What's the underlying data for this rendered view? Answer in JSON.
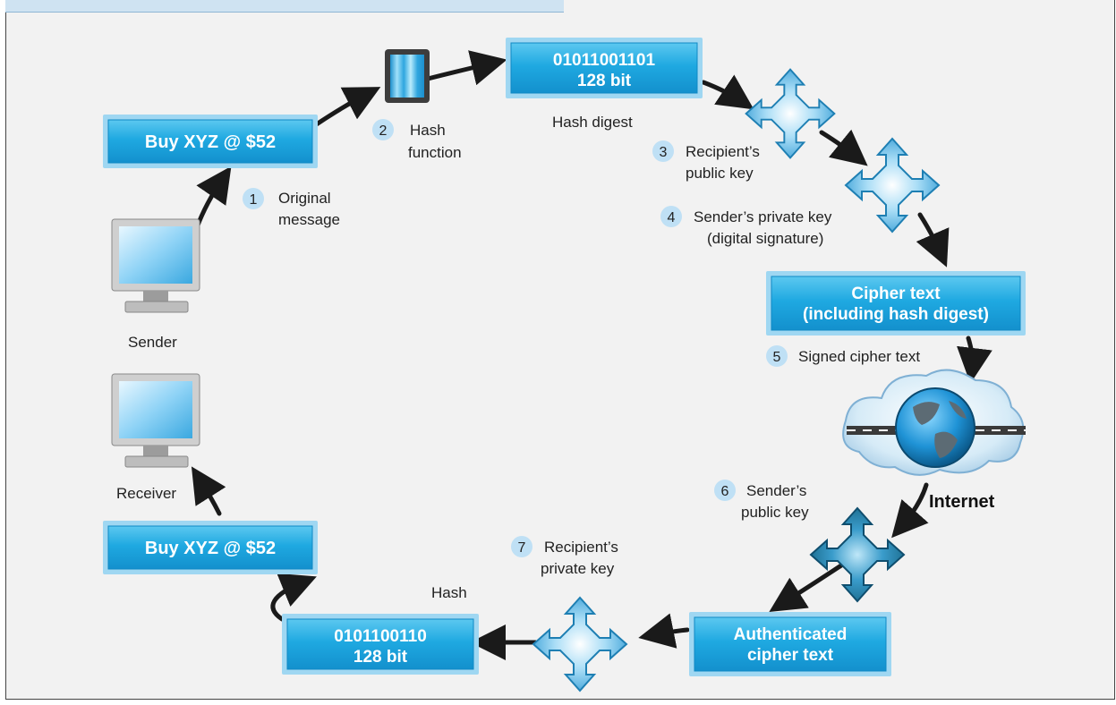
{
  "steps": [
    {
      "num": "1",
      "lines": [
        "Original",
        "message"
      ]
    },
    {
      "num": "2",
      "lines": [
        "Hash",
        "function"
      ]
    },
    {
      "num": "3",
      "lines": [
        "Recipient’s",
        "public key"
      ]
    },
    {
      "num": "4",
      "lines": [
        "Sender’s private key",
        "(digital signature)"
      ]
    },
    {
      "num": "5",
      "lines": [
        "Signed cipher text"
      ]
    },
    {
      "num": "6",
      "lines": [
        "Sender’s",
        "public key"
      ]
    },
    {
      "num": "7",
      "lines": [
        "Recipient’s",
        "private key"
      ]
    }
  ],
  "boxes": {
    "message_top": [
      "Buy XYZ @ $52"
    ],
    "digest_top": [
      "01011001101",
      "128 bit"
    ],
    "cipher": [
      "Cipher text",
      "(including hash digest)"
    ],
    "authenticated": [
      "Authenticated",
      "cipher text"
    ],
    "digest_bottom": [
      "0101100110",
      "128 bit"
    ],
    "message_bottom": [
      "Buy XYZ @ $52"
    ]
  },
  "labels": {
    "hash_digest": "Hash digest",
    "sender": "Sender",
    "receiver": "Receiver",
    "internet": "Internet",
    "hash": "Hash"
  },
  "colors": {
    "box_blue": "#1fa9e1",
    "box_edge": "#0f88c4",
    "step_circle": "#bfe0f5",
    "arrow": "#1a1a1a",
    "key_light": "#8fd1f3",
    "key_dark": "#1b7fae"
  }
}
